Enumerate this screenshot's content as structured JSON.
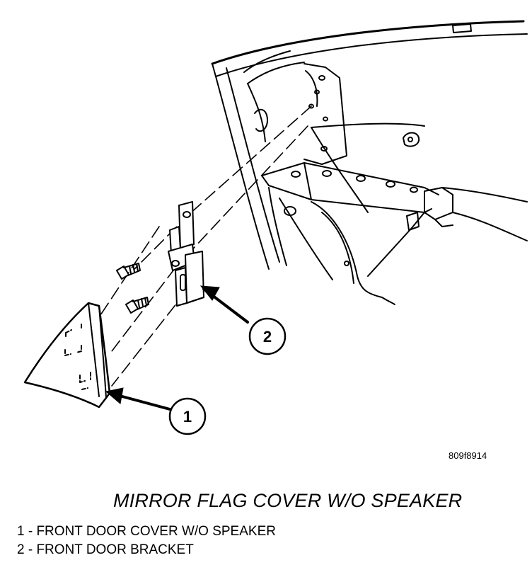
{
  "figure": {
    "code": "809f8914",
    "title": "MIRROR FLAG COVER W/O SPEAKER"
  },
  "callouts": [
    {
      "number": "1"
    },
    {
      "number": "2"
    }
  ],
  "legend": [
    "1 - FRONT DOOR COVER W/O SPEAKER",
    "2 - FRONT DOOR BRACKET"
  ]
}
